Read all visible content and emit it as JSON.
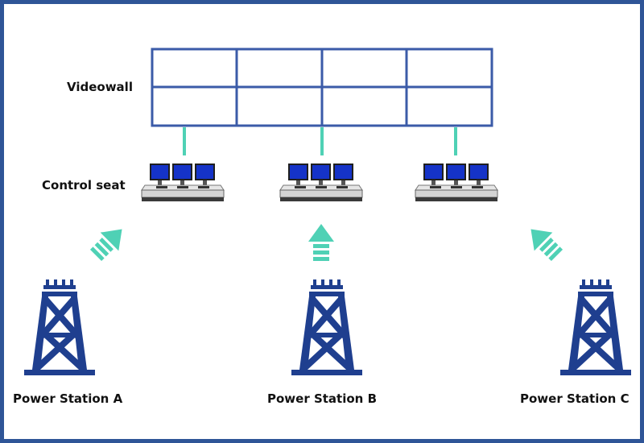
{
  "labels": {
    "videowall": "Videowall",
    "control_seat": "Control seat"
  },
  "stations": [
    {
      "name": "Power Station A"
    },
    {
      "name": "Power Station B"
    },
    {
      "name": "Power Station C"
    }
  ],
  "colors": {
    "border": "#2f5597",
    "videowall_grid": "#3b5ba8",
    "connector": "#4fd1b5",
    "tower": "#1f3f8f",
    "monitor": "#1533c8"
  }
}
